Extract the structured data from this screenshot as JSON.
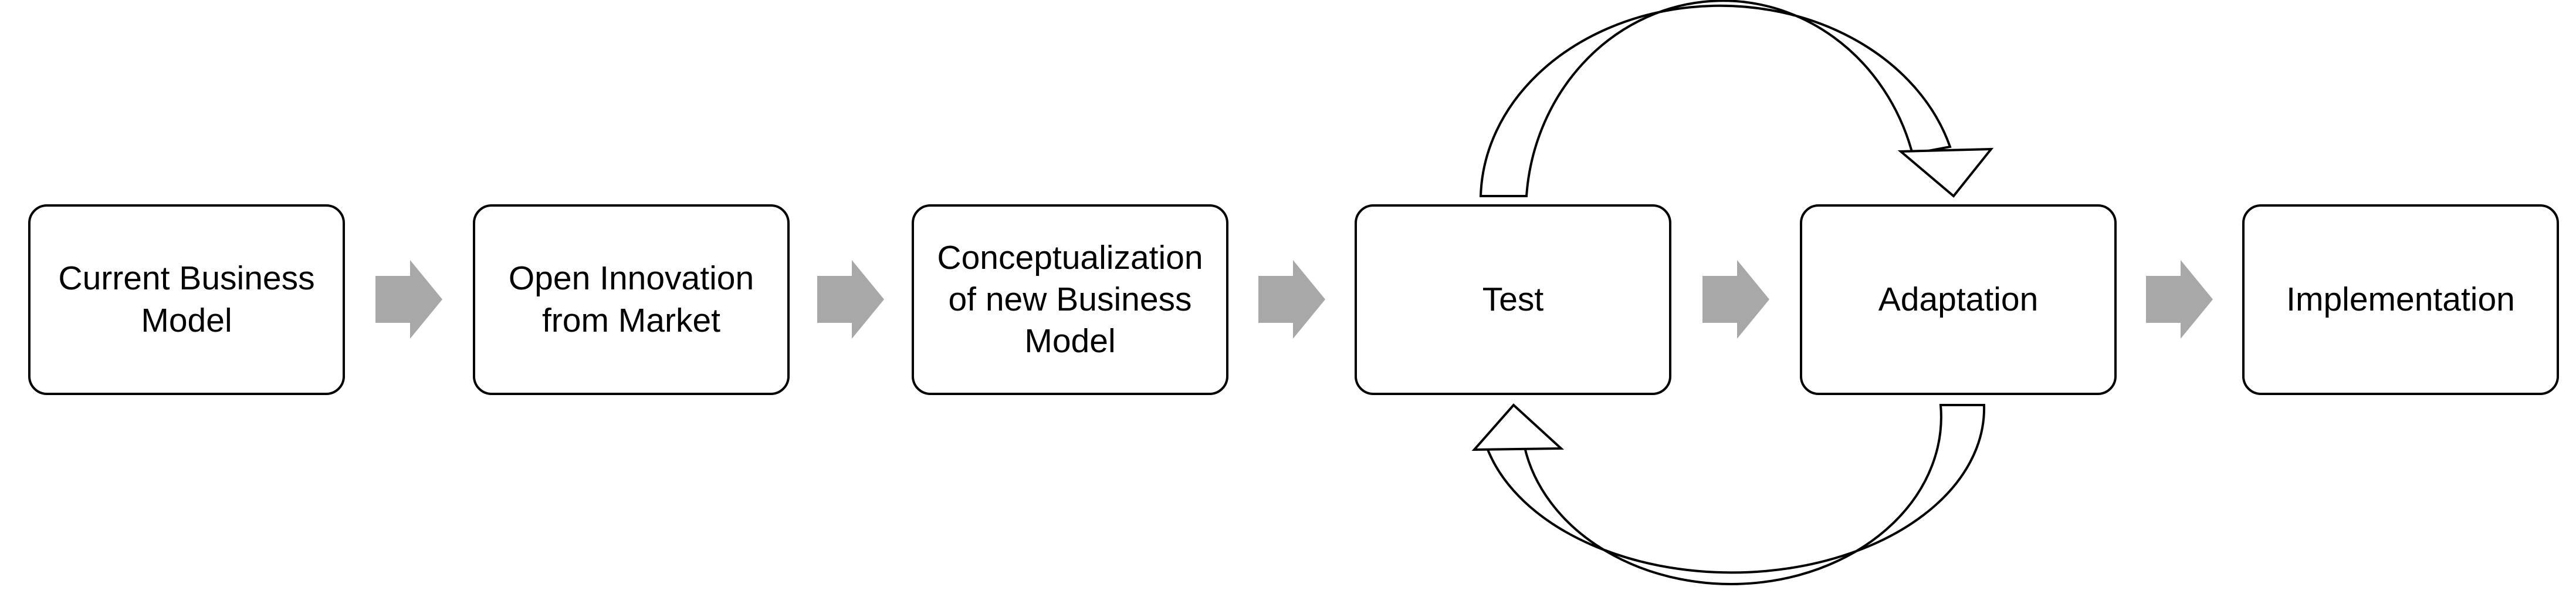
{
  "diagram": {
    "background": "#ffffff",
    "colors": {
      "box_border": "#000000",
      "box_fill": "#ffffff",
      "text": "#000000",
      "flow_arrow": "#a8a8a8",
      "loop_arrow_fill": "#ffffff",
      "loop_arrow_outline": "#000000"
    },
    "steps": [
      {
        "label": "Current Business Model",
        "lines": [
          "Current Business",
          "Model"
        ]
      },
      {
        "label": "Open Innovation from Market",
        "lines": [
          "Open Innovation",
          "from Market"
        ]
      },
      {
        "label": "Conceptualization of new Business Model",
        "lines": [
          "Conceptualization",
          "of new Business",
          "Model"
        ]
      },
      {
        "label": "Test",
        "lines": [
          "Test"
        ]
      },
      {
        "label": "Adaptation",
        "lines": [
          "Adaptation"
        ]
      },
      {
        "label": "Implementation",
        "lines": [
          "Implementation"
        ]
      }
    ],
    "flow_arrows": {
      "count": 5,
      "direction": "right"
    },
    "loop_arrows": {
      "top": {
        "from": "Test",
        "to": "Adaptation"
      },
      "bottom": {
        "from": "Adaptation",
        "to": "Test"
      }
    }
  }
}
